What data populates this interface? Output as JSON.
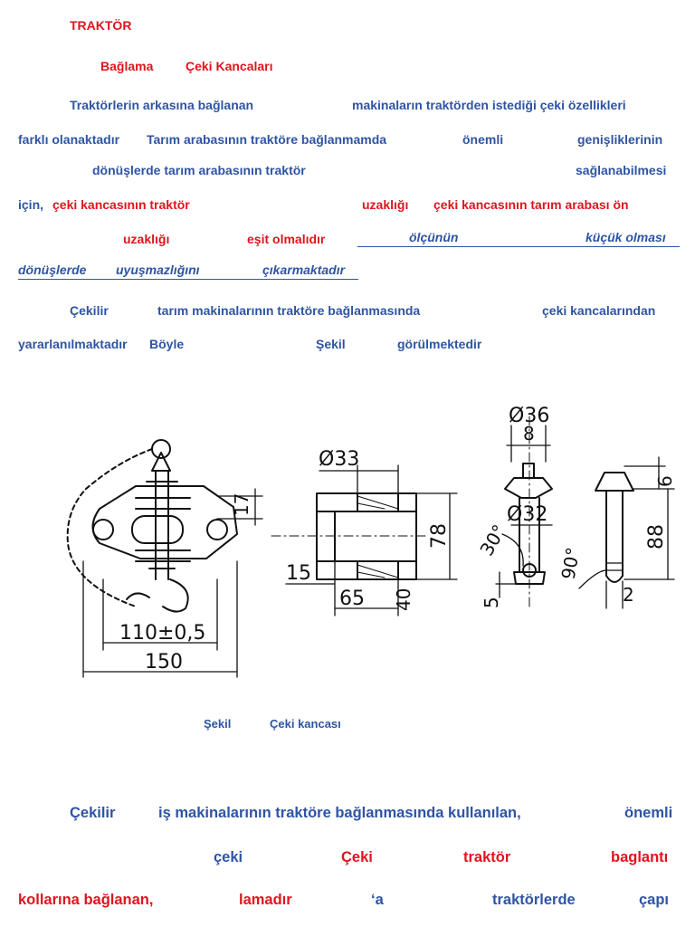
{
  "title": "TRAKTÖR",
  "subtitle": {
    "w1": "Bağlama",
    "w2": "Çeki Kancaları"
  },
  "para1": {
    "l1a": "Traktörlerin arkasına bağlanan",
    "l1b": "makinaların traktörden istediği çeki özellikleri",
    "l2a": "farklı olanaktadır",
    "l2b": "Tarım arabasının traktöre bağlanmamda",
    "l2c": "önemli",
    "l2d": "genişliklerinin",
    "l3a": "dönüşlerde tarım arabasının traktör",
    "l3b": "sağlanabilmesi",
    "l4a": "için,",
    "l4b": "çeki kancasının traktör",
    "l4c": "uzaklığı",
    "l4d": "çeki kancasının tarım arabası ön",
    "l5a": "uzaklığı",
    "l5b": "eşit olmalıdır",
    "l5c": "ölçünün",
    "l5d": "küçük olması",
    "l6a": "dönüşlerde",
    "l6b": "uyuşmazlığını",
    "l6c": "çıkarmaktadır"
  },
  "para2": {
    "l1a": "Çekilir",
    "l1b": "tarım makinalarının traktöre bağlanmasında",
    "l1c": "çeki kancalarından",
    "l2a": "yararlanılmaktadır",
    "l2b": "Böyle",
    "l2c": "Şekil",
    "l2d": "görülmektedir"
  },
  "figure": {
    "dims": {
      "d17": "17",
      "d110": "110±0,5",
      "d150": "150",
      "d33": "Ø33",
      "d78": "78",
      "d15": "15",
      "d65": "65",
      "d40": "40",
      "d36": "Ø36",
      "d8": "8",
      "d32": "Ø32",
      "d30deg": "30°",
      "d5": "5",
      "d6": "6",
      "d88": "88",
      "d90deg": "90°",
      "d2": "2"
    },
    "caption": {
      "a": "Şekil",
      "b": "Çeki kancası"
    }
  },
  "para3": {
    "l1a": "Çekilir",
    "l1b": "iş makinalarının traktöre bağlanmasında kullanılan,",
    "l1c": "önemli",
    "l2a": "çeki",
    "l2b": "Çeki",
    "l2c": "traktör",
    "l2d": "baglantı",
    "l3a": "kollarına bağlanan,",
    "l3b": "lamadır",
    "l3c": "‘a",
    "l3d": "traktörlerde",
    "l3e": "çapı"
  },
  "colors": {
    "blue": "#2e54a4",
    "red": "#e0141e",
    "drawing": "#111111"
  }
}
